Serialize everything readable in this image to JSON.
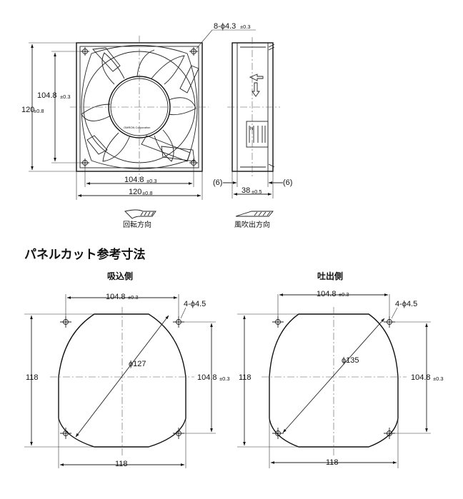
{
  "top_views": {
    "hole_spec": {
      "value": "8-ϕ4.3",
      "tol": "±0.3"
    },
    "front": {
      "height_outer": {
        "value": "120",
        "tol": "±0.8"
      },
      "height_inner": {
        "value": "104.8",
        "tol": "±0.3"
      },
      "width_inner": {
        "value": "104.8",
        "tol": "±0.3"
      },
      "width_outer": {
        "value": "120",
        "tol": "±0.8"
      },
      "brand_label": "OMRON Corporation"
    },
    "side": {
      "left_offset": "(6)",
      "right_offset": "(6)",
      "depth": {
        "value": "38",
        "tol": "±0.5"
      }
    },
    "legend": {
      "rotation": "回転方向",
      "airflow": "風吹出方向"
    }
  },
  "section_title": "パネルカット参考寸法",
  "panels": {
    "intake": {
      "title": "吸込側",
      "pitch_top": {
        "value": "104.8",
        "tol": "±0.3"
      },
      "hole_spec": "4-ϕ4.5",
      "diameter": "ϕ127",
      "height_left": "118",
      "pitch_right": {
        "value": "104.8",
        "tol": "±0.3"
      },
      "width_bottom": "118"
    },
    "exhaust": {
      "title": "吐出側",
      "pitch_top": {
        "value": "104.8",
        "tol": "±0.3"
      },
      "hole_spec": "4-ϕ4.5",
      "diameter": "ϕ135",
      "height_left": "118",
      "pitch_right": {
        "value": "104.8",
        "tol": "±0.3"
      },
      "width_bottom": "118"
    }
  }
}
